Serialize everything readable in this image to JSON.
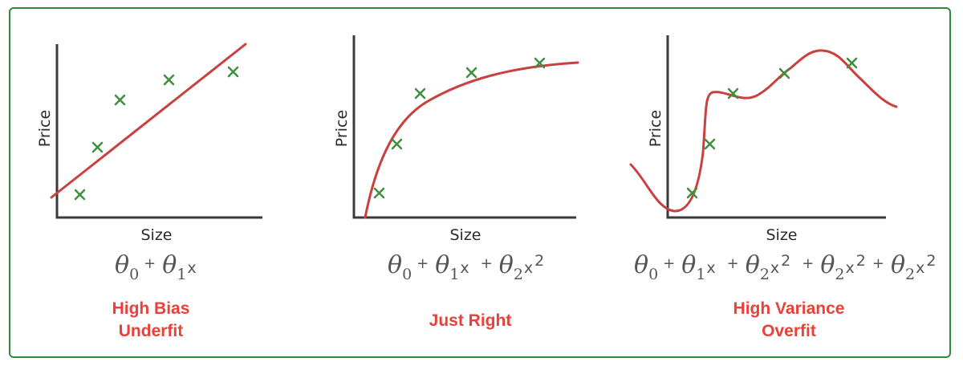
{
  "panels": [
    {
      "y_label": "Price",
      "x_label": "Size",
      "caption": [
        "High Bias",
        "Underfit"
      ],
      "formula_terms": [
        "θ",
        "0",
        "+",
        "θ",
        "1",
        "x"
      ]
    },
    {
      "y_label": "Price",
      "x_label": "Size",
      "caption": [
        "Just Right"
      ],
      "formula_terms": [
        "θ",
        "0",
        "+",
        "θ",
        "1",
        "x",
        "+",
        "θ",
        "2",
        "x",
        "2"
      ]
    },
    {
      "y_label": "Price",
      "x_label": "Size",
      "caption": [
        "High Variance",
        "Overfit"
      ],
      "formula_terms": [
        "θ",
        "0",
        "+",
        "θ",
        "1",
        "x",
        "+",
        "θ",
        "2",
        "x",
        "2",
        "+",
        "θ",
        "2",
        "x",
        "2",
        "+",
        "θ",
        "2",
        "x",
        "2"
      ]
    }
  ],
  "colors": {
    "frame": "#2e8b3e",
    "points": "#3e8e3e",
    "curve": "#c94040",
    "caption": "#e8413a",
    "axis": "#3a3a3a"
  }
}
